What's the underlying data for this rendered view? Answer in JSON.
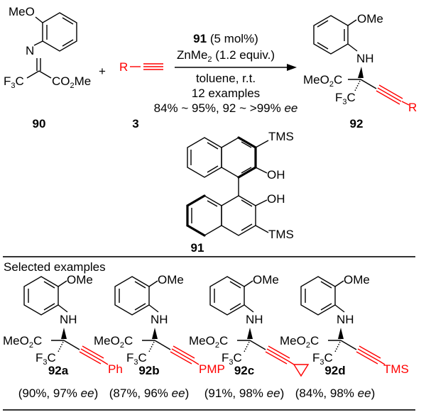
{
  "scheme": {
    "reactant_imine": {
      "label": "90",
      "substituents": {
        "ome": "MeO",
        "n": "N",
        "cf3": "F",
        "cf3_sub": "3",
        "cf3_c": "C",
        "ester": "CO",
        "ester_sub": "2",
        "ester_me": "Me"
      }
    },
    "plus": "+",
    "reactant_alkyne": {
      "label": "3",
      "r": "R"
    },
    "conditions": {
      "catalyst_id": "91",
      "catalyst_loading": " (5 mol%)",
      "reagent": "ZnMe",
      "reagent_sub": "2",
      "reagent_amount": " (1.2 equiv.)",
      "solvent_temp": "toluene, r.t.",
      "scope": "12 examples",
      "yield_range": "84% ~ 95%, 92 ~ >99% ",
      "ee_label": "ee"
    },
    "product": {
      "label": "92",
      "ome": "OMe",
      "nh": "NH",
      "ester": "MeO",
      "ester_sub": "2",
      "ester_c": "C",
      "cf3": "F",
      "cf3_sub": "3",
      "cf3_c": "C",
      "r": "R"
    },
    "catalyst": {
      "label": "91",
      "tms_top": "TMS",
      "oh_top": "OH",
      "oh_bottom": "OH",
      "tms_bottom": "TMS"
    }
  },
  "examples_section": {
    "title": "Selected examples",
    "common": {
      "ome": "OMe",
      "nh": "NH",
      "ester": "MeO",
      "ester_sub": "2",
      "ester_c": "C",
      "cf3": "F",
      "cf3_sub": "3",
      "cf3_c": "C"
    },
    "items": [
      {
        "label": "92a",
        "r_group": "Ph",
        "yield": "(90%, 97% ",
        "ee": "ee",
        "close": ")"
      },
      {
        "label": "92b",
        "r_group": "PMP",
        "yield": "(87%, 96% ",
        "ee": "ee",
        "close": ")"
      },
      {
        "label": "92c",
        "r_group": "cyclopropyl",
        "yield": "(91%, 98% ",
        "ee": "ee",
        "close": ")"
      },
      {
        "label": "92d",
        "r_group": "TMS",
        "yield": "(84%, 98% ",
        "ee": "ee",
        "close": ")"
      }
    ]
  },
  "colors": {
    "highlight": "#ff0000",
    "text": "#000000",
    "rule": "#333333"
  }
}
